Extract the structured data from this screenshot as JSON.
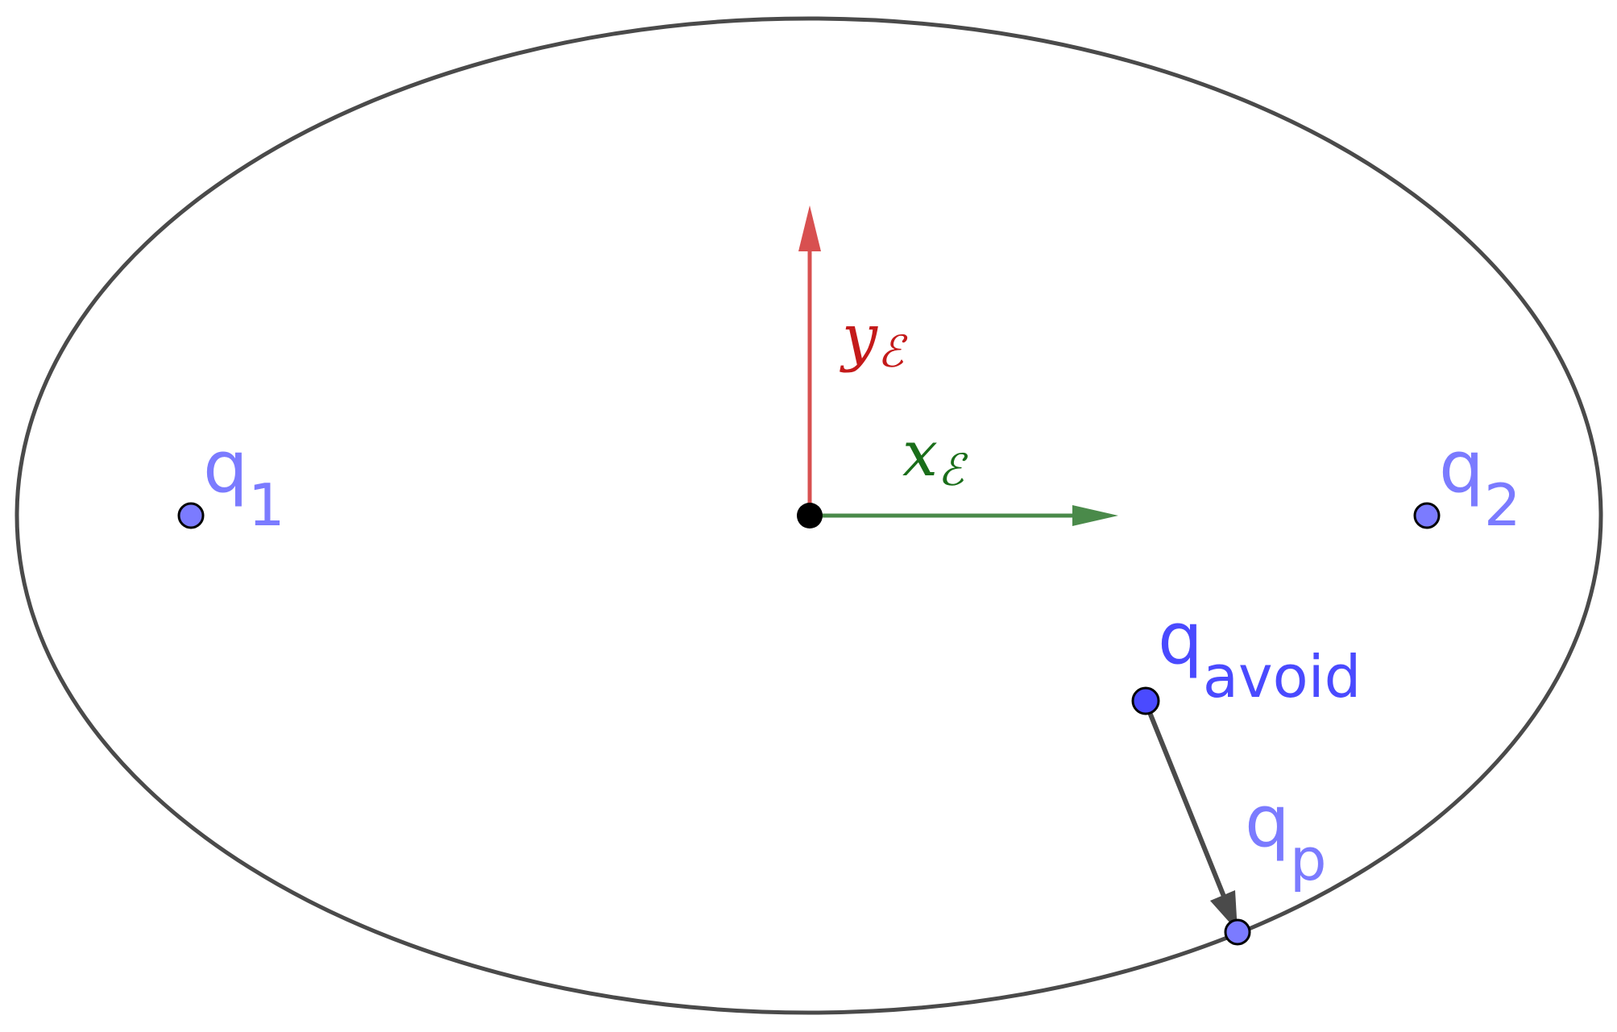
{
  "colors": {
    "ellipse": "#4a4a4a",
    "center_point": "#000000",
    "x_axis": "#4a8a4a",
    "x_axis_label": "#1a6e1a",
    "y_axis": "#d85050",
    "y_axis_label": "#c41a1a",
    "point_light": "#7b7bff",
    "point_dark": "#4a4aff",
    "label_light": "#7b7bff",
    "label_dark": "#4a4aff",
    "vector": "#4a4a4a"
  },
  "axes": {
    "x": {
      "symbol": "x",
      "subscript": "ℰ"
    },
    "y": {
      "symbol": "y",
      "subscript": "ℰ"
    }
  },
  "points": {
    "q1": {
      "base": "q",
      "subscript": "1"
    },
    "q2": {
      "base": "q",
      "subscript": "2"
    },
    "q_avoid": {
      "base": "q",
      "subscript": "avoid"
    },
    "q_p": {
      "base": "q",
      "subscript": "p"
    }
  }
}
